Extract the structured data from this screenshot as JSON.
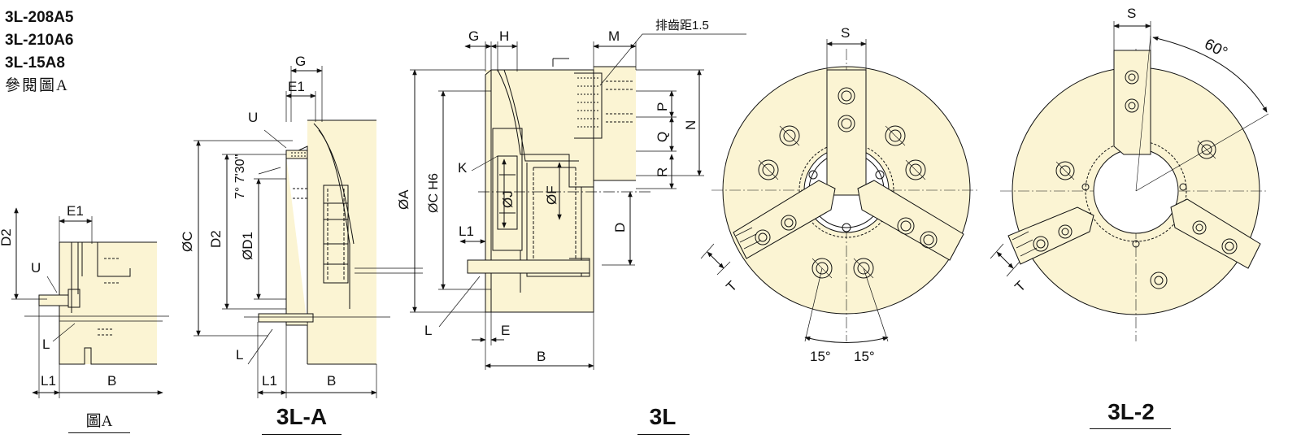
{
  "models": [
    "3L-208A5",
    "3L-210A6",
    "3L-15A8"
  ],
  "reference_note": "參閱圖A",
  "captions": {
    "fig_a": "圖A",
    "three_l_a": "3L-A",
    "three_l": "3L",
    "three_l_2": "3L-2"
  },
  "labels": {
    "d2": "D2",
    "e1": "E1",
    "u": "U",
    "l": "L",
    "l1": "L1",
    "b": "B",
    "g": "G",
    "c": "ØC",
    "d1": "ØD1",
    "angle_7_30": "7° 7'30\"",
    "h": "H",
    "m": "M",
    "pitch_note": "排齒距1.5",
    "a": "ØA",
    "c_h6": "ØC H6",
    "k": "K",
    "j": "ØJ",
    "f": "ØF",
    "p": "P",
    "q": "Q",
    "n": "N",
    "r": "R",
    "d": "D",
    "e": "E",
    "s": "S",
    "t": "T",
    "angle_15_left": "15°",
    "angle_15_right": "15°",
    "angle_60": "60°"
  },
  "colors": {
    "fill": "#fbf4d3",
    "line": "#111111"
  }
}
